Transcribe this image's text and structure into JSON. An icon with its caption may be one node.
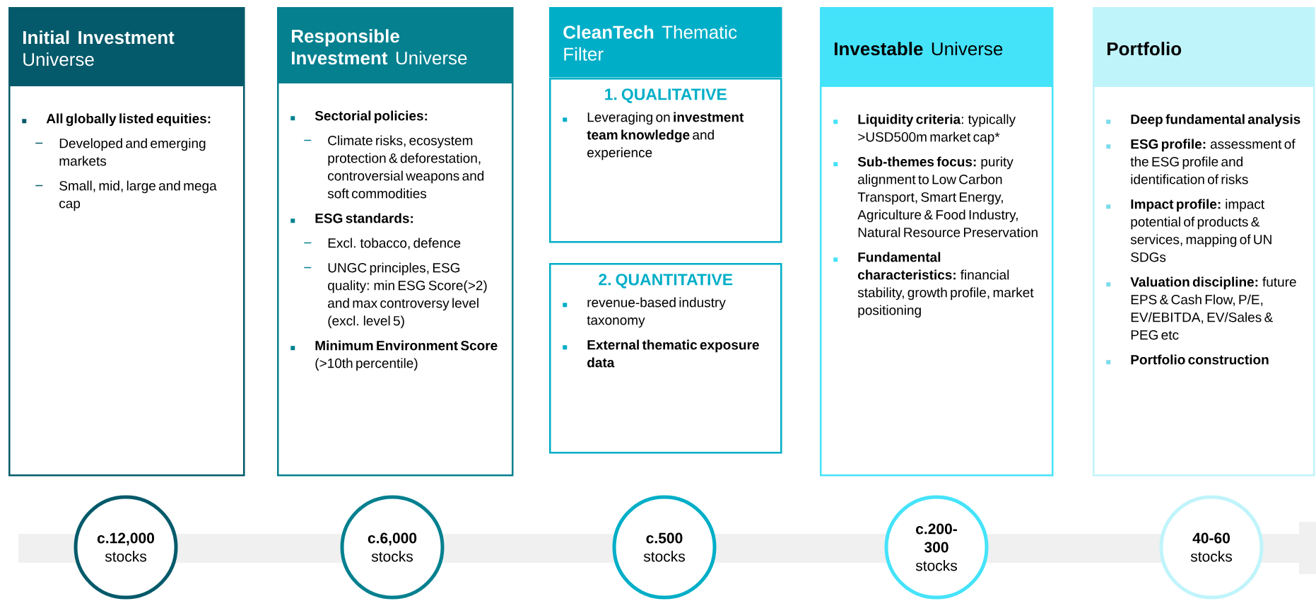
{
  "diagram": {
    "nodes": [
      {
        "text": [
          "**Initial Investment** Universe",
          "All globally listed equities:",
          "Developed and emerging markets",
          "Small, mid, large and mega cap"
        ]
      },
      {
        "text": [
          "**Responsible Investment** Universe",
          "Sectorial policies:",
          "Climate risks, ecosystem protection & deforestation, controversial weapons and soft commodities",
          "ESG standards:",
          "Excl. tobacco, defence",
          "UNGC principles, ESG quality: min ESG Score(>2) and max controversy level (excl. level 5)",
          "**Minimum Environment Score** (>10th percentile)"
        ]
      },
      {
        "text": [
          "**CleanTech** Thematic Filter"
        ]
      },
      {
        "text": [
          "1. QUALITATIVE",
          "Leveraging on **investment team knowledge** and experience"
        ]
      },
      {
        "text": [
          "2. QUANTITATIVE",
          "revenue-based industry taxonomy",
          "External thematic exposure data"
        ]
      },
      {
        "text": [
          "**Investable** Universe",
          "**Liquidity criteria**: typically >USD500m market cap*",
          "**Sub-themes focus:** purity alignment to Low Carbon Transport, Smart Energy, Agriculture & Food Industry, Natural Resource Preservation",
          "**Fundamental characteristics:** financial stability, growth profile, market positioning"
        ]
      },
      {
        "text": [
          "Portfolio",
          "Deep fundamental analysis",
          "**ESG profile:** assessment of the ESG profile and identification of risks",
          "**Impact profile:** impact potential of products & services, mapping of UN SDGs",
          "**Valuation discipline:** future EPS & Cash Flow, P/E, EV/EBITDA, EV/Sales & PEG etc",
          "Portfolio construction"
        ]
      },
      {
        "text": [
          "**c.12,000** stocks"
        ]
      },
      {
        "text": [
          "**c.6,000** stocks"
        ]
      },
      {
        "text": [
          "**c.500** stocks"
        ]
      },
      {
        "text": [
          "**c.200-300** stocks"
        ]
      },
      {
        "text": [
          "**40-60** stocks"
        ]
      }
    ]
  }
}
